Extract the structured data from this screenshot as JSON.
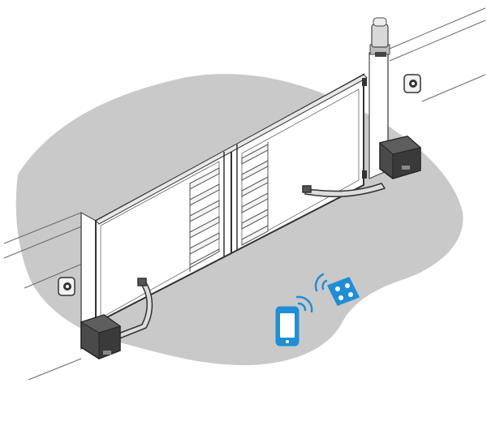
{
  "scene": {
    "subject": "swing-gate-automation-installation",
    "components": [
      {
        "id": "swing-gate-double-leaf",
        "icon": "gate-icon"
      },
      {
        "id": "gate-motor-left",
        "icon": "motor-icon"
      },
      {
        "id": "gate-motor-right",
        "icon": "motor-icon"
      },
      {
        "id": "photocell-left",
        "icon": "photocell-icon"
      },
      {
        "id": "photocell-right",
        "icon": "photocell-icon"
      },
      {
        "id": "warning-flashing-light",
        "icon": "flashing-light-icon"
      },
      {
        "id": "smartphone",
        "icon": "smartphone-icon"
      },
      {
        "id": "remote-control",
        "icon": "remote-control-icon"
      }
    ],
    "colors": {
      "ground": "#c9c9c9",
      "line": "#3a3a3a",
      "motor": "#4a4a4a",
      "motor_dark": "#2c2c2c",
      "accent_blue": "#1e8fd6",
      "wifi_blue": "#1e8fd6"
    }
  }
}
